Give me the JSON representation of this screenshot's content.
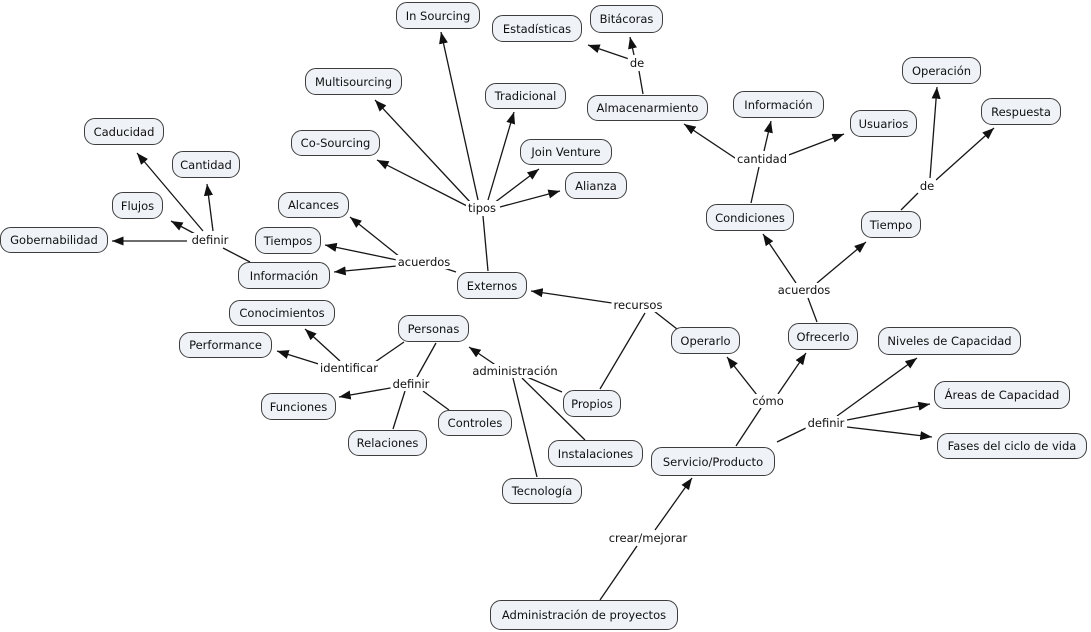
{
  "map": {
    "type": "concept-map",
    "background_color": "#ffffff",
    "node_fill_color": "#eff3f8",
    "node_border_color": "#3d3d3d",
    "line_color": "#161616",
    "concepts": [
      {
        "label": "In Sourcing"
      },
      {
        "label": "Estadísticas"
      },
      {
        "label": "Bitácoras"
      },
      {
        "label": "Operación"
      },
      {
        "label": "Multisourcing"
      },
      {
        "label": "Respuesta"
      },
      {
        "label": "Tradicional"
      },
      {
        "label": "Almacenarmiento"
      },
      {
        "label": "Información"
      },
      {
        "label": "Usuarios"
      },
      {
        "label": "Co-Sourcing"
      },
      {
        "label": "Join Venture"
      },
      {
        "label": "Caducidad"
      },
      {
        "label": "Cantidad"
      },
      {
        "label": "Alianza"
      },
      {
        "label": "Alcances"
      },
      {
        "label": "Flujos"
      },
      {
        "label": "Condiciones"
      },
      {
        "label": "Tiempo"
      },
      {
        "label": "Tiempos"
      },
      {
        "label": "Gobernabilidad"
      },
      {
        "label": "Información"
      },
      {
        "label": "Externos"
      },
      {
        "label": "Conocimientos"
      },
      {
        "label": "Performance"
      },
      {
        "label": "Personas"
      },
      {
        "label": "Operarlo"
      },
      {
        "label": "Ofrecerlo"
      },
      {
        "label": "Niveles de Capacidad"
      },
      {
        "label": "Funciones"
      },
      {
        "label": "Áreas de Capacidad"
      },
      {
        "label": "Propios"
      },
      {
        "label": "Relaciones"
      },
      {
        "label": "Controles"
      },
      {
        "label": "Fases del ciclo de vida"
      },
      {
        "label": "Instalaciones"
      },
      {
        "label": "Servicio/Producto"
      },
      {
        "label": "Tecnología"
      },
      {
        "label": "Administración de proyectos"
      }
    ],
    "linking_phrases": [
      {
        "label": "definir"
      },
      {
        "label": "tipos"
      },
      {
        "label": "de"
      },
      {
        "label": "cantidad"
      },
      {
        "label": "de"
      },
      {
        "label": "acuerdos"
      },
      {
        "label": "acuerdos"
      },
      {
        "label": "recursos"
      },
      {
        "label": "identificar"
      },
      {
        "label": "definir"
      },
      {
        "label": "administración"
      },
      {
        "label": "cómo"
      },
      {
        "label": "definir"
      },
      {
        "label": "crear/mejorar"
      }
    ],
    "connections": [
      {
        "from": "Información",
        "link": "definir",
        "to": [
          "Gobernabilidad",
          "Flujos",
          "Caducidad",
          "Cantidad"
        ]
      },
      {
        "from": "Externos",
        "link": "tipos",
        "to": [
          "In Sourcing",
          "Multisourcing",
          "Co-Sourcing",
          "Tradicional",
          "Join Venture",
          "Alianza"
        ]
      },
      {
        "from": "Almacenarmiento",
        "link": "de",
        "to": [
          "Estadísticas",
          "Bitácoras"
        ]
      },
      {
        "from": "Condiciones",
        "link": "cantidad",
        "to": [
          "Almacenarmiento",
          "Información",
          "Usuarios"
        ]
      },
      {
        "from": "Tiempo",
        "link": "de",
        "to": [
          "Operación",
          "Respuesta"
        ]
      },
      {
        "from": "Externos",
        "link": "acuerdos",
        "to": [
          "Alcances",
          "Tiempos",
          "Información"
        ]
      },
      {
        "from": "Operarlo",
        "link": "recursos",
        "to": [
          "Externos",
          "Propios"
        ]
      },
      {
        "from": "Ofrecerlo",
        "link": "acuerdos",
        "to": [
          "Condiciones",
          "Tiempo"
        ]
      },
      {
        "from": "Servicio/Producto",
        "link": "cómo",
        "to": [
          "Operarlo",
          "Ofrecerlo"
        ]
      },
      {
        "from": "Servicio/Producto",
        "link": "definir",
        "to": [
          "Niveles de Capacidad",
          "Áreas de Capacidad",
          "Fases del ciclo de vida"
        ]
      },
      {
        "from": "Personas",
        "link": "identificar",
        "to": [
          "Conocimientos",
          "Performance"
        ]
      },
      {
        "from": "Personas",
        "link": "definir",
        "to": [
          "Funciones",
          "Relaciones",
          "Controles"
        ]
      },
      {
        "from": "administración",
        "link": "",
        "to": [
          "Personas",
          "Propios",
          "Instalaciones",
          "Tecnología"
        ]
      },
      {
        "from": "Administración de proyectos",
        "link": "crear/mejorar",
        "to": [
          "Servicio/Producto"
        ]
      }
    ]
  }
}
